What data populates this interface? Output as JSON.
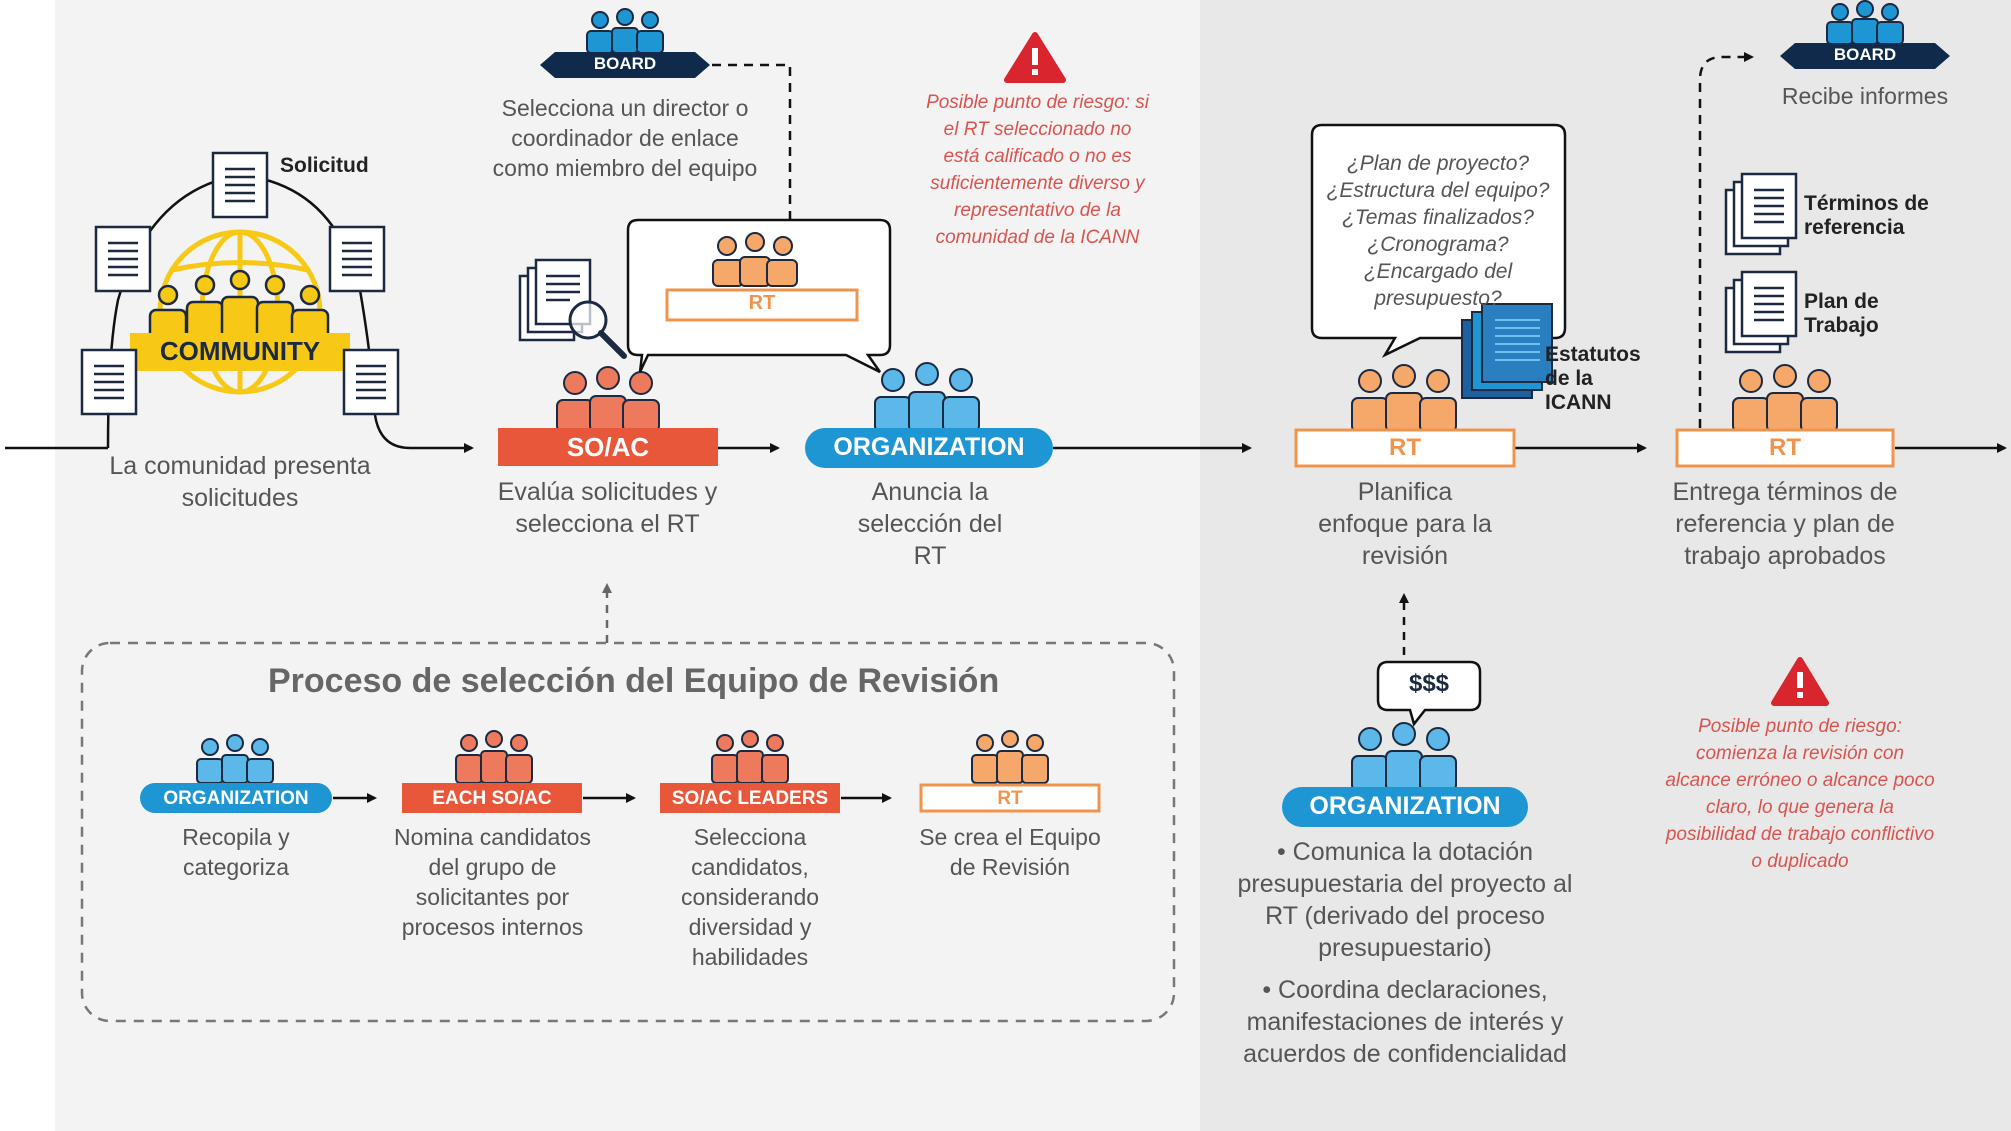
{
  "colors": {
    "orange": "#f0944d",
    "orange_light": "#f5a86a",
    "red_orange": "#e8573a",
    "coral": "#ee7a5e",
    "blue": "#1e96d4",
    "blue_light": "#5bb8e8",
    "navy": "#0f2a4a",
    "gold": "#f7c916",
    "risk_red": "#d9252e"
  },
  "community": {
    "label": "COMMUNITY",
    "doc_label": "Solicitud",
    "caption": "La comunidad presenta solicitudes"
  },
  "board_top": {
    "label": "BOARD",
    "caption": "Selecciona un director o coordinador de enlace como miembro del equipo"
  },
  "risk1": {
    "text": "Posible punto de riesgo: si el RT seleccionado no está calificado o no es suficientemente diverso y representativo de la comunidad de la ICANN"
  },
  "soac": {
    "label": "SO/AC",
    "caption": "Evalúa solicitudes y selecciona el RT"
  },
  "bubble_rt": {
    "label": "RT"
  },
  "organization1": {
    "label": "ORGANIZATION",
    "caption": "Anuncia la selección del RT"
  },
  "process": {
    "title": "Proceso de selección del Equipo de Revisión",
    "steps": [
      {
        "label": "ORGANIZATION",
        "caption": "Recopila y categoriza"
      },
      {
        "label": "EACH SO/AC",
        "caption": "Nomina candidatos del grupo de solicitantes por procesos internos"
      },
      {
        "label": "SO/AC LEADERS",
        "caption": "Selecciona candidatos, considerando diversidad y habilidades"
      },
      {
        "label": "RT",
        "caption": "Se crea el Equipo de Revisión"
      }
    ]
  },
  "rt_plan": {
    "label": "RT",
    "caption": "Planifica enfoque para la revisión",
    "bubble": "¿Plan de proyecto? ¿Estructura del equipo? ¿Temas finalizados? ¿Cronograma? ¿Encargado del presupuesto?",
    "bylaws": "Estatutos de la ICANN"
  },
  "organization2": {
    "label": "ORGANIZATION",
    "money": "$$$",
    "bullet1": "• Comunica la dotación presupuestaria del proyecto al RT (derivado del proceso presupuestario)",
    "bullet2": "• Coordina declaraciones, manifestaciones de interés y acuerdos de confidencialidad"
  },
  "board_right": {
    "label": "BOARD",
    "caption": "Recibe informes"
  },
  "rt_deliver": {
    "label": "RT",
    "doc1": "Términos de referencia",
    "doc2": "Plan de Trabajo",
    "caption": "Entrega términos de referencia y plan de trabajo aprobados"
  },
  "risk2": {
    "text": "Posible punto de riesgo: comienza la revisión con alcance erróneo o alcance poco claro, lo que genera la posibilidad de trabajo conflictivo o duplicado"
  }
}
